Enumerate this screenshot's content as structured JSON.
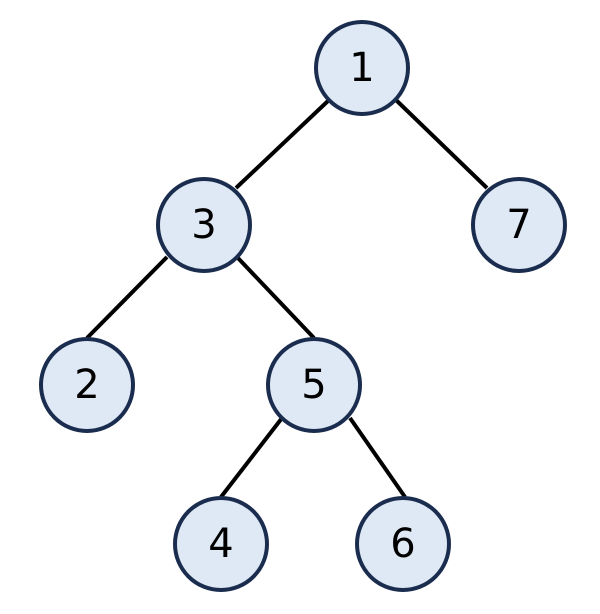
{
  "diagram": {
    "type": "binary-tree",
    "nodes": [
      {
        "id": "1",
        "label": "1"
      },
      {
        "id": "3",
        "label": "3"
      },
      {
        "id": "7",
        "label": "7"
      },
      {
        "id": "2",
        "label": "2"
      },
      {
        "id": "5",
        "label": "5"
      },
      {
        "id": "4",
        "label": "4"
      },
      {
        "id": "6",
        "label": "6"
      }
    ],
    "edges": [
      {
        "from": "1",
        "to": "3"
      },
      {
        "from": "1",
        "to": "7"
      },
      {
        "from": "3",
        "to": "2"
      },
      {
        "from": "3",
        "to": "5"
      },
      {
        "from": "5",
        "to": "4"
      },
      {
        "from": "5",
        "to": "6"
      }
    ],
    "colors": {
      "node_fill": "#dfe9f5",
      "node_stroke": "#1b2d4f",
      "edge": "#000000",
      "label": "#000000"
    }
  }
}
